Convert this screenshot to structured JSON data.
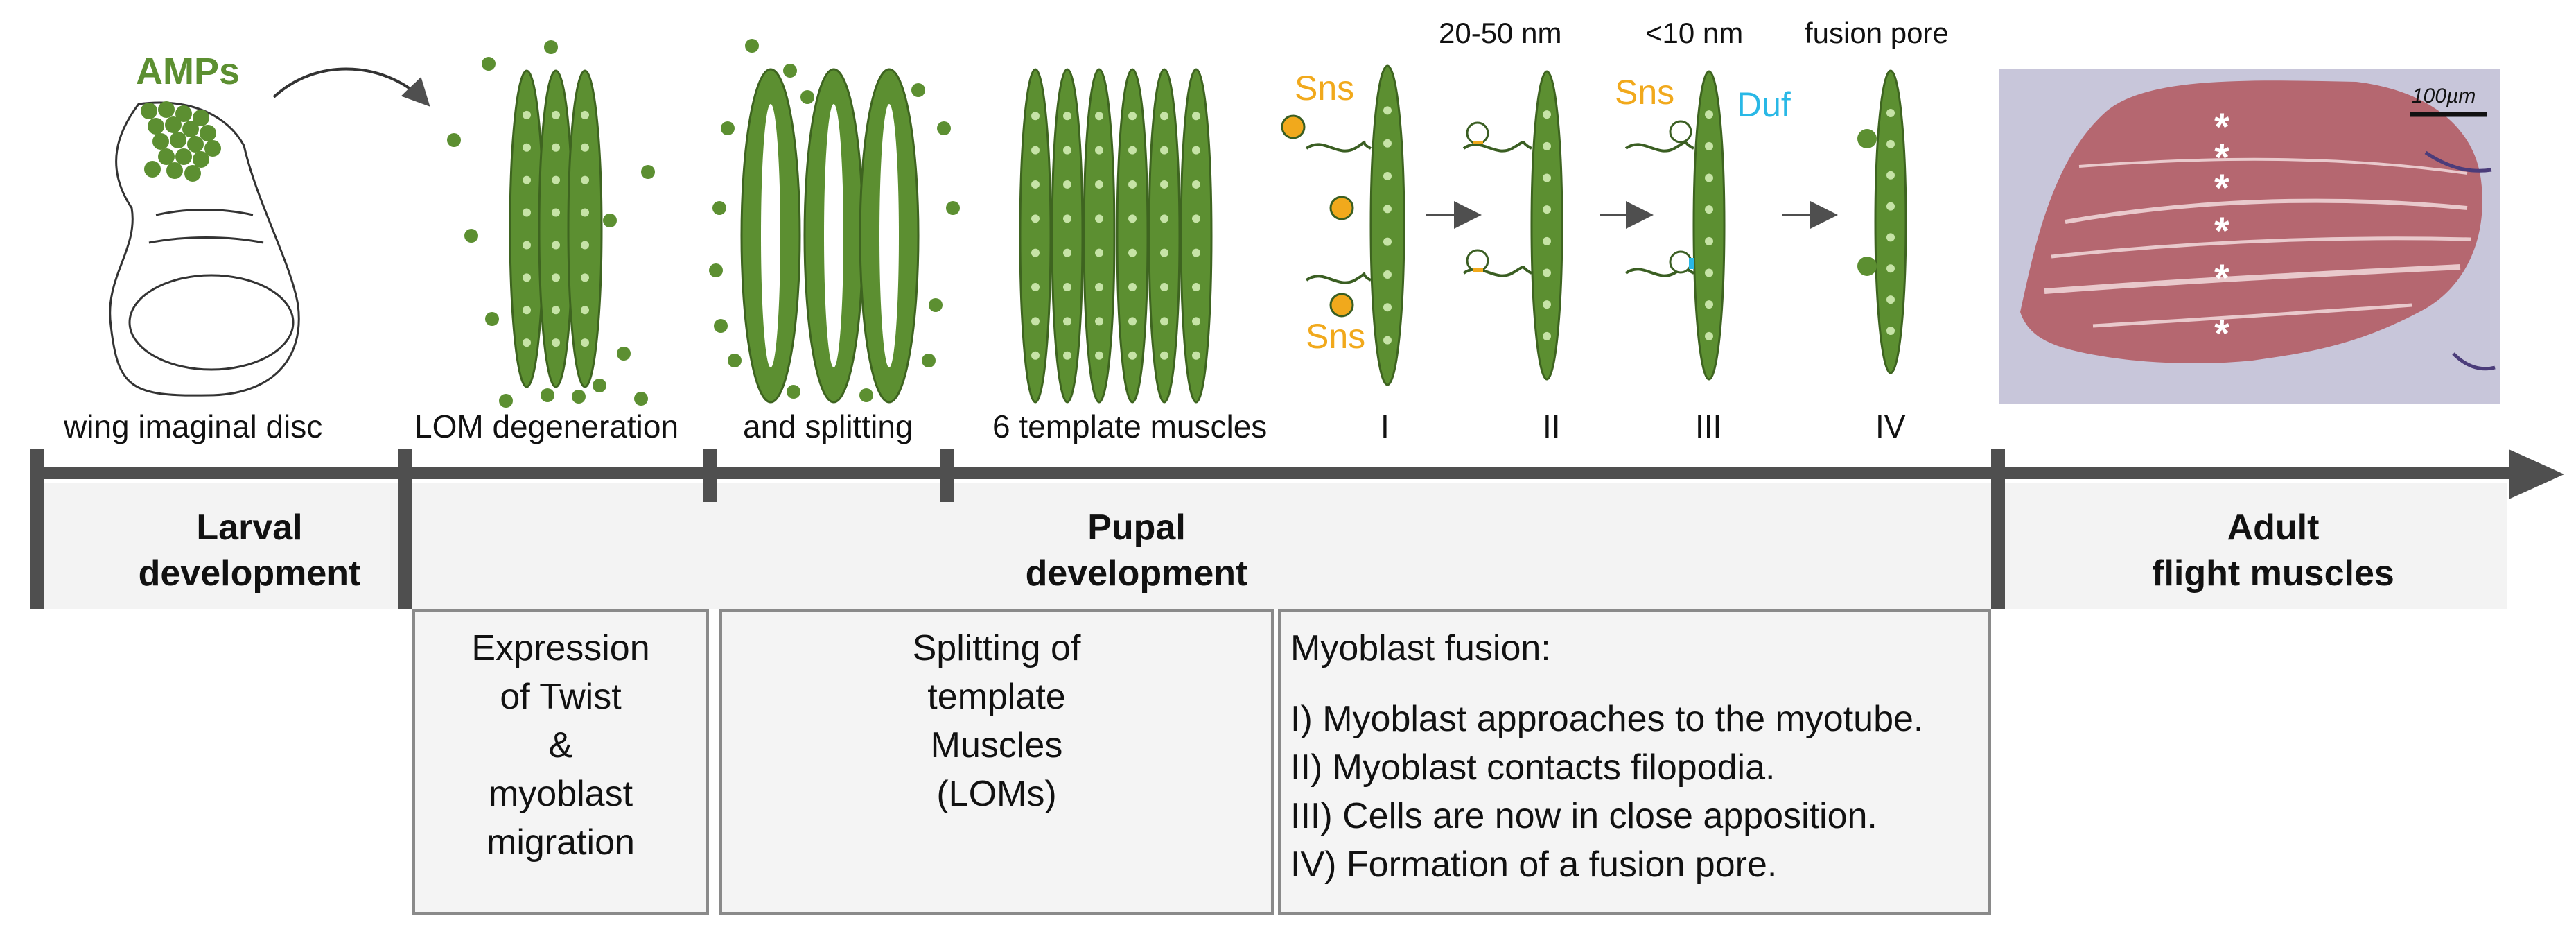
{
  "amps_label": "AMPs",
  "stage_labels": {
    "wing_disc": "wing imaginal disc",
    "lom_degeneration": "LOM degeneration",
    "splitting": "and splitting",
    "template_muscles": "6 template muscles",
    "step_1": "I",
    "step_2": "II",
    "step_3": "III",
    "step_4": "IV"
  },
  "distance_labels": {
    "step_2": "20-50 nm",
    "step_3": "<10 nm",
    "step_4": "fusion pore"
  },
  "protein_labels": {
    "sns_top": "Sns",
    "sns_bottom": "Sns",
    "sns_step3": "Sns",
    "duf": "Duf"
  },
  "micrograph": {
    "scale_bar": "100µm",
    "stars": [
      "*",
      "*",
      "*",
      "*",
      "*",
      "*"
    ]
  },
  "phases": {
    "larval": [
      "Larval",
      "development"
    ],
    "pupal": [
      "Pupal",
      "development"
    ],
    "adult": [
      "Adult",
      "flight muscles"
    ]
  },
  "boxes": {
    "twist": [
      "Expression",
      "of Twist",
      "&",
      "myoblast",
      "migration"
    ],
    "splitting": [
      "Splitting of",
      "template",
      "Muscles",
      "(LOMs)"
    ],
    "fusion_title": "Myoblast fusion:",
    "fusion_steps": [
      "I) Myoblast approaches to the myotube.",
      "II) Myoblast contacts filopodia.",
      "III) Cells are now in close apposition.",
      "IV) Formation of a fusion pore."
    ]
  },
  "colors": {
    "muscle_green": "#5c8f31",
    "nucleus": "#c6e3a6",
    "sns_orange": "#f1a91c",
    "duf_cyan": "#29b8e6",
    "timeline": "#4f4f4f",
    "tissue": "#b56770"
  }
}
